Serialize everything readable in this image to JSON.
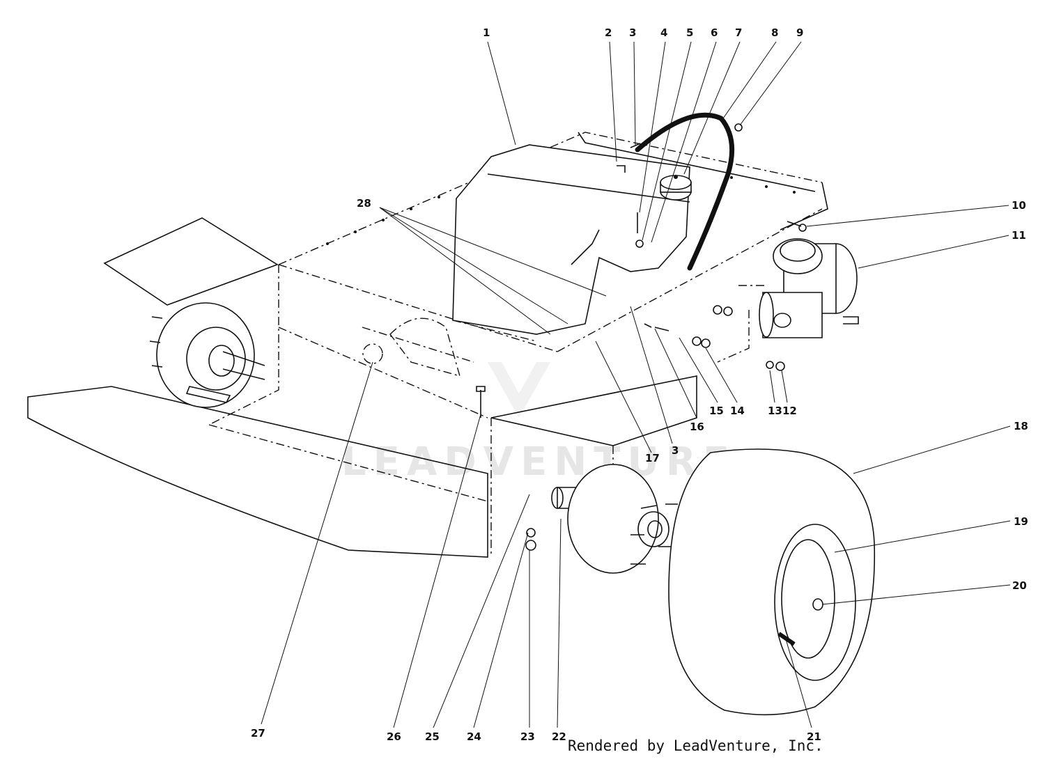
{
  "diagram": {
    "watermark_text": "LEADVENTURE",
    "credit_text": "Rendered by LeadVenture, Inc.",
    "callouts": [
      "1",
      "2",
      "3",
      "4",
      "5",
      "6",
      "7",
      "8",
      "9",
      "10",
      "11",
      "12",
      "13",
      "14",
      "15",
      "16",
      "17",
      "3",
      "18",
      "19",
      "20",
      "21",
      "22",
      "23",
      "24",
      "25",
      "26",
      "27",
      "28"
    ]
  }
}
